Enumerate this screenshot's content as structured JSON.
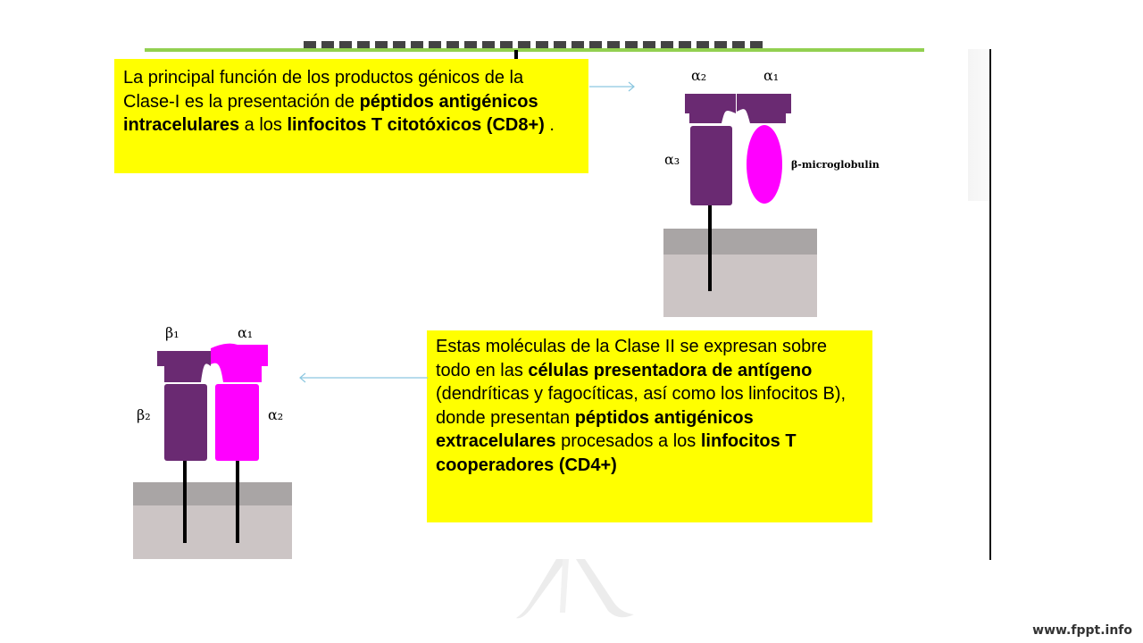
{
  "class1": {
    "text1": "La principal función de los productos génicos de la Clase-I es la presentación de ",
    "bold1": "péptidos antigénicos intracelulares",
    "text2": " a los ",
    "bold2": "linfocitos T citotóxicos (CD8+)",
    "text3": " ."
  },
  "class2": {
    "text1": "Estas moléculas de la Clase II se expresan sobre todo en las ",
    "bold1": "células presentadora de antígeno",
    "text2": " (dendríticas y fagocíticas, así como los linfocitos B), donde presentan ",
    "bold2": "péptidos antigénicos extracelulares",
    "text3": " procesados a los ",
    "bold3": "linfocitos T cooperadores (CD4+)"
  },
  "diagram1": {
    "label_a2": "α₂",
    "label_a1": "α₁",
    "label_a3": "α₃",
    "label_beta": "β-microglobulin"
  },
  "diagram2": {
    "label_b1": "β₁",
    "label_a1": "α₁",
    "label_b2": "β₂",
    "label_a2": "α₂"
  },
  "footer": {
    "url": "www.fppt.info"
  },
  "colors": {
    "highlight": "#ffff00",
    "purple": "#6a2a72",
    "magenta": "#ff00ff",
    "membrane": "#c9c3c3",
    "accent_line": "#92d050"
  }
}
